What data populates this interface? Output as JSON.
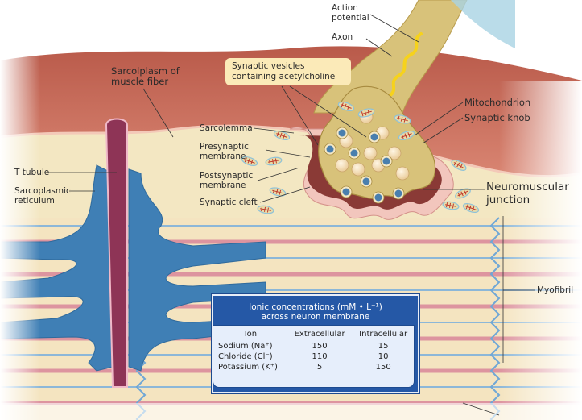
{
  "diagram": {
    "title": "Neuromuscular junction",
    "labels": {
      "action_potential": [
        "Action",
        "potential"
      ],
      "axon": "Axon",
      "sarcoplasm": [
        "Sarcolplasm of",
        "muscle fiber"
      ],
      "synaptic_vesicles": [
        "Synaptic vesicles",
        "containing acetylcholine"
      ],
      "mitochondrion": "Mitochondrion",
      "synaptic_knob": "Synaptic knob",
      "sarcolemma": "Sarcolemma",
      "presynaptic_membrane": [
        "Presynaptic",
        "membrane"
      ],
      "postsynaptic_membrane": [
        "Postsynaptic",
        "membrane"
      ],
      "synaptic_cleft": "Synaptic cleft",
      "neuromuscular_junction": [
        "Neuromuscular",
        "junction"
      ],
      "t_tubule": "T tubule",
      "sarcoplasmic_reticulum": [
        "Sarcoplasmic",
        "reticulum"
      ],
      "myofibril": "Myofibril"
    },
    "colors": {
      "muscle_red": "#c0604f",
      "sarcoplasm_cream": "#f3e7c2",
      "reticulum_blue": "#3f7fb5",
      "t_tubule_maroon": "#8e3456",
      "axon_tan": "#d8c27a",
      "action_potential_yellow": "#f6d21c",
      "table_blue": "#2558a6"
    }
  },
  "ion_table": {
    "title_line1": "Ionic concentrations (mM • L⁻¹)",
    "title_line2": "across neuron membrane",
    "headers": [
      "Ion",
      "Extracellular",
      "Intracellular"
    ],
    "rows": [
      {
        "ion": "Sodium (Na⁺)",
        "extracellular": "150",
        "intracellular": "15"
      },
      {
        "ion": "Chloride (Cl⁻)",
        "extracellular": "110",
        "intracellular": "10"
      },
      {
        "ion": "Potassium (K⁺)",
        "extracellular": "5",
        "intracellular": "150"
      }
    ]
  }
}
